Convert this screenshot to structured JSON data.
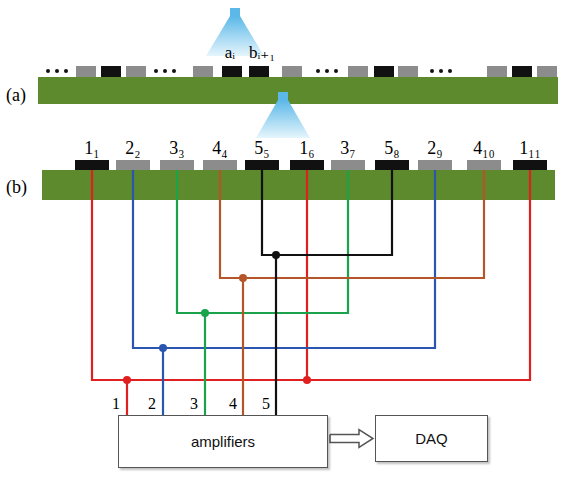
{
  "diagram": {
    "nodes": [
      {
        "text": [
          "amplifiers"
        ]
      },
      {
        "text": [
          "DAQ"
        ]
      }
    ],
    "edges": [
      {
        "from": 0,
        "to": 1,
        "arrow": "to"
      }
    ],
    "labels": [
      "(a)",
      "aᵢ",
      "bᵢ₊₁",
      "(b)",
      "1₁",
      "2₂",
      "3₃",
      "4₄",
      "5₅",
      "1₆",
      "3₇",
      "5₈",
      "2₉",
      "4₁₀",
      "1₁₁",
      "1",
      "2",
      "3",
      "4",
      "5"
    ]
  }
}
